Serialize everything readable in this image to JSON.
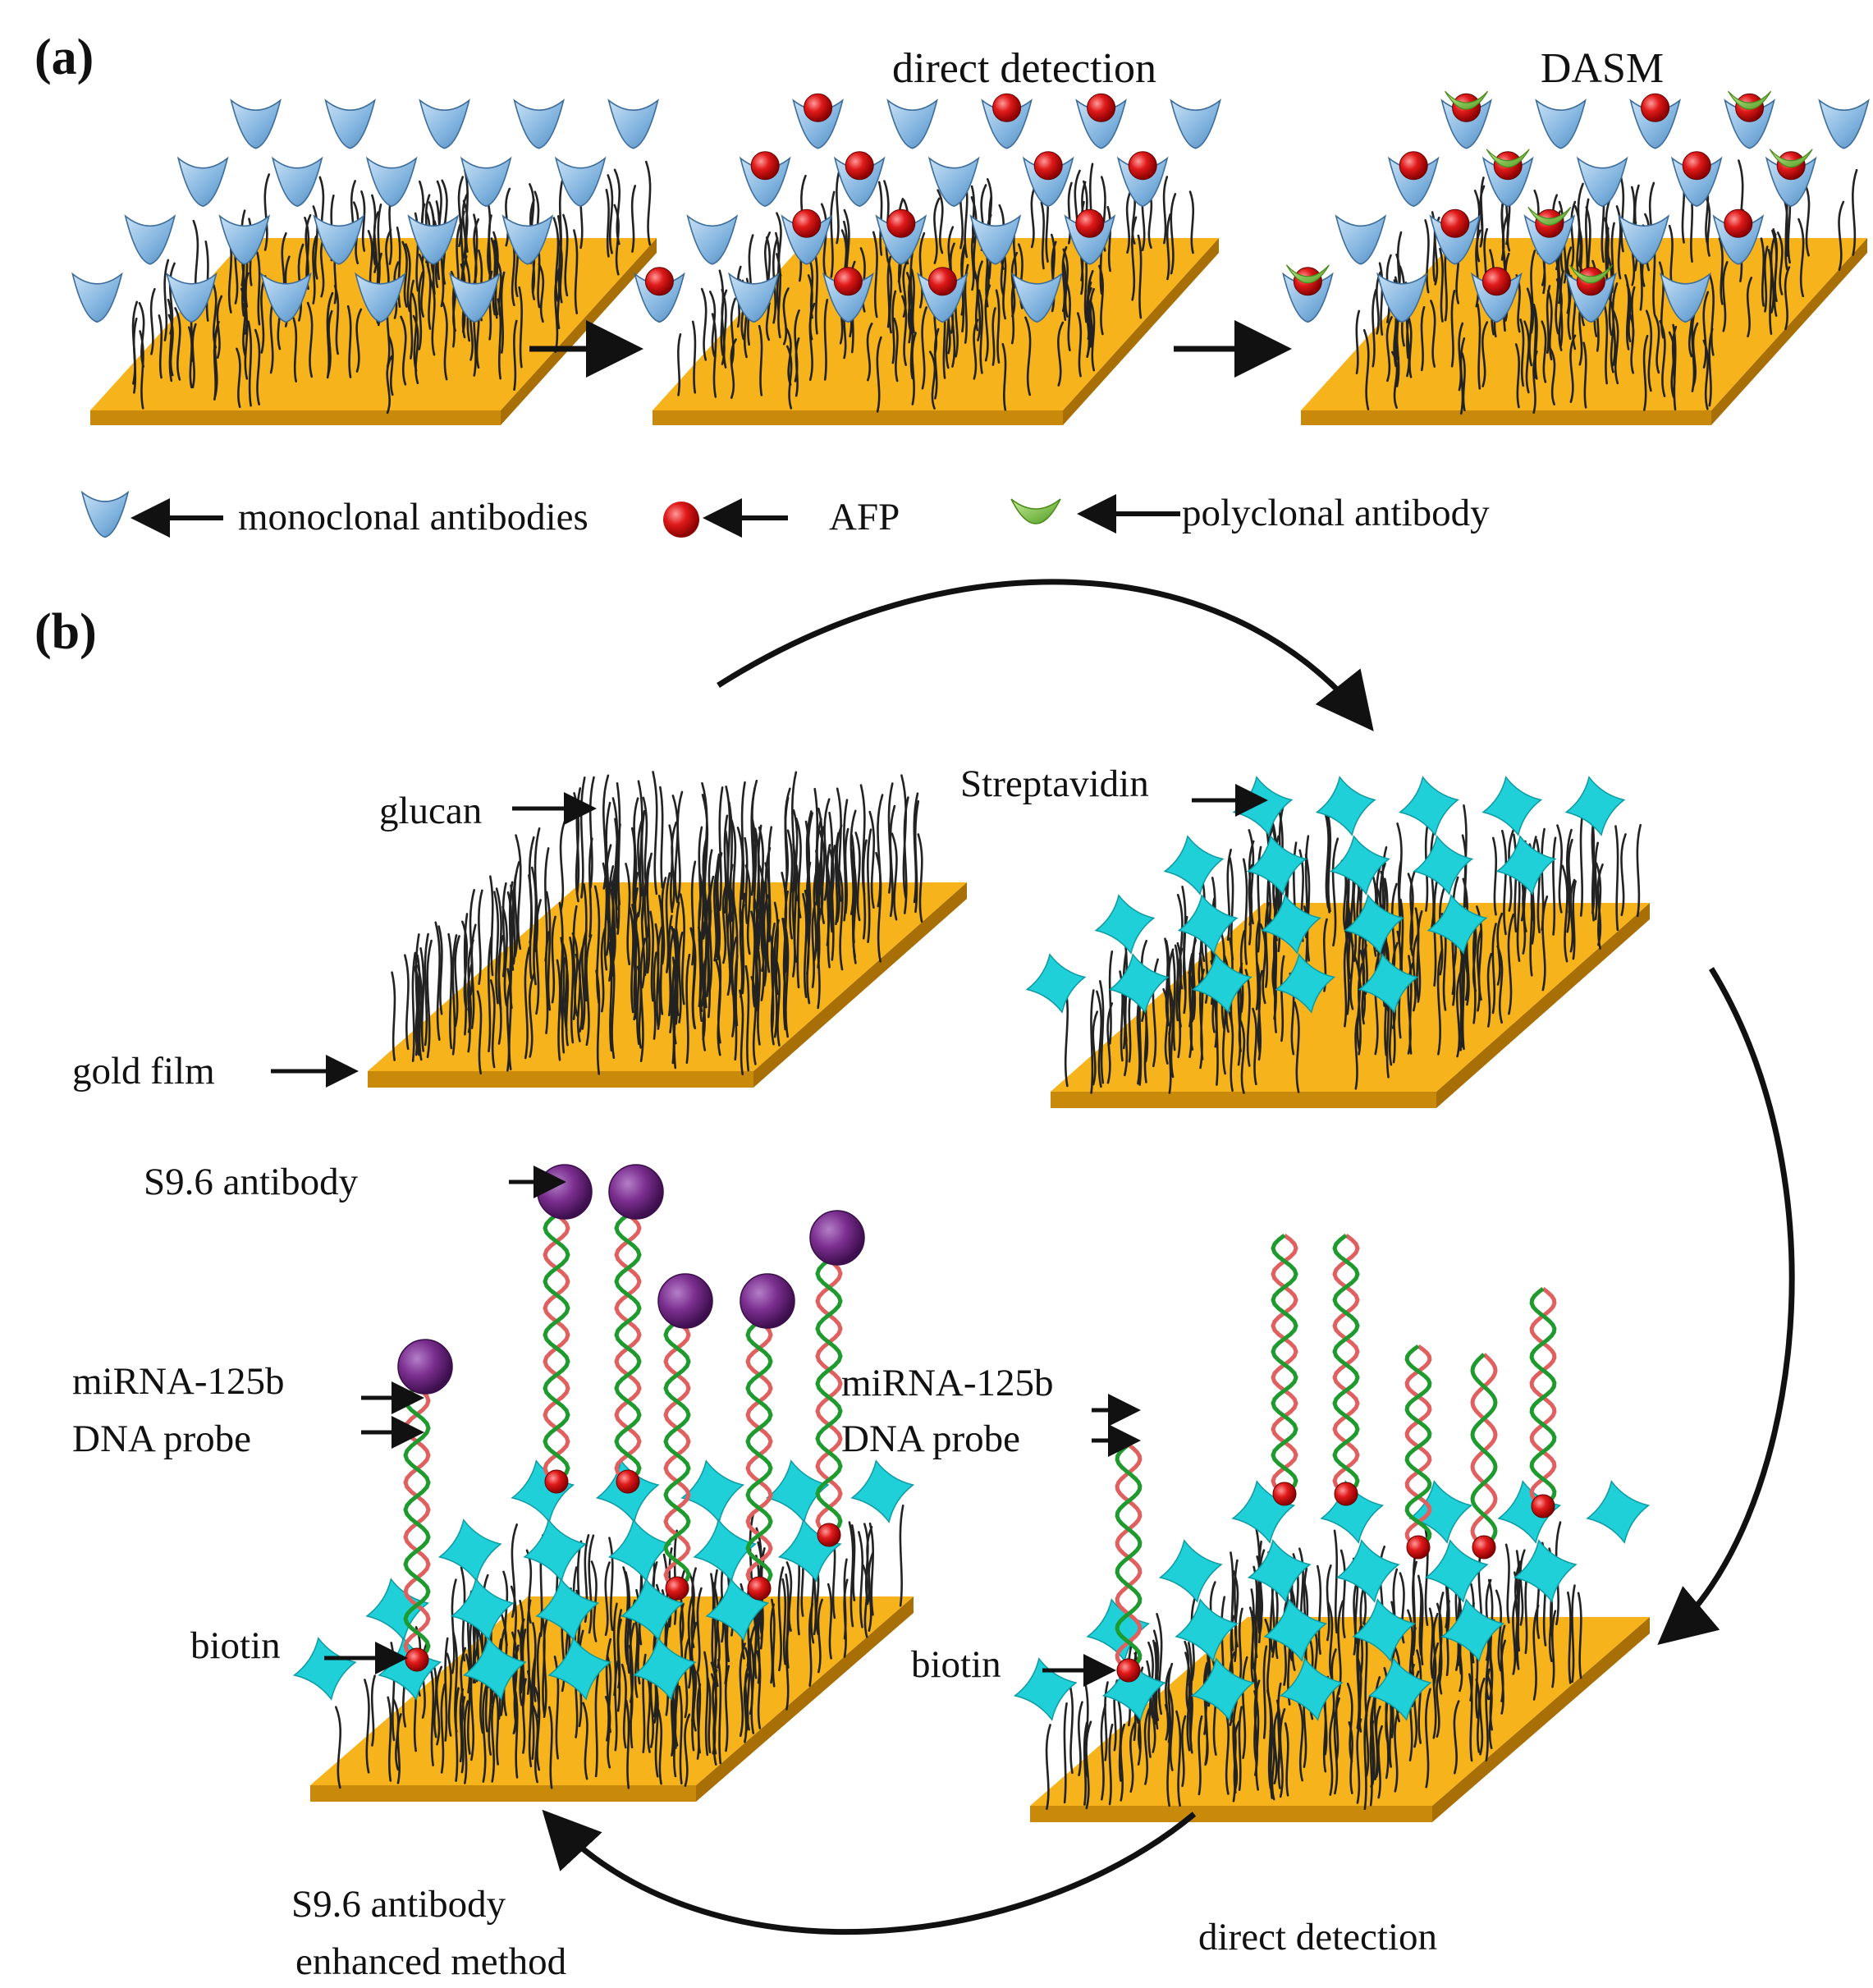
{
  "panel_a": {
    "tag": "(a)",
    "stage2_title": "direct detection",
    "stage3_title": "DASM",
    "legend": {
      "monoclonal": "monoclonal antibodies",
      "afp": "AFP",
      "polyclonal": "polyclonal antibody"
    }
  },
  "panel_b": {
    "tag": "(b)",
    "labels": {
      "glucan": "glucan",
      "gold_film": "gold film",
      "streptavidin": "Streptavidin",
      "s96_antibody": "S9.6  antibody",
      "mirna_left": "miRNA-125b",
      "dna_probe_left": "DNA probe",
      "biotin_left": "biotin",
      "mirna_right": "miRNA-125b",
      "dna_probe_right": "DNA probe",
      "biotin_right": "biotin",
      "method_line1": "S9.6  antibody",
      "method_line2": "enhanced method",
      "direct_detection": "direct detection"
    }
  },
  "colors": {
    "gold": "#f6b31c",
    "gold_side": "#c98a0c",
    "monoclonal": "#7fb2de",
    "afp": "#e01a1a",
    "polyclonal": "#7cc142",
    "streptavidin": "#1fd0d8",
    "s96": "#7b2f8f",
    "dna_green": "#1e9a2e",
    "dna_red": "#e06060"
  }
}
